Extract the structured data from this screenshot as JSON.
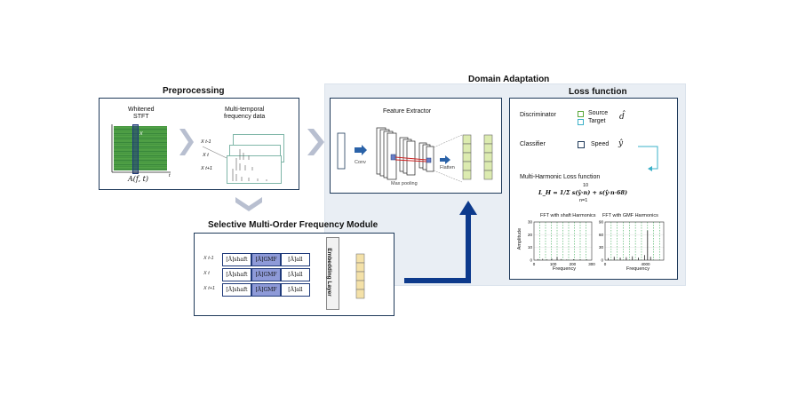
{
  "preprocessing": {
    "title": "Preprocessing",
    "stft_label": "Whitened\nSTFT",
    "stft_axis": "t",
    "stft_marker": "X",
    "formula": "A(f, t)",
    "multi_temporal_label": "Multi-temporal\nfrequency data",
    "frame_labels": [
      "X t-1",
      "X t",
      "X t+1"
    ]
  },
  "domain_adaptation": {
    "title": "Domain Adaptation",
    "feature_extractor": {
      "title": "Feature Extractor",
      "conv_label": "Conv",
      "maxpool_label": "Max pooling",
      "flatten_label": "Flatten"
    },
    "loss_function": {
      "title": "Loss function",
      "discriminator_label": "Discriminator",
      "source_label": "Source",
      "target_label": "Target",
      "d_symbol": "d̂",
      "classifier_label": "Classifier",
      "speed_label": "Speed",
      "y_symbol": "ŷ",
      "mh_title": "Multi-Harmonic Loss function",
      "formula": "L_H = 1/Σ s(ŷ·n) + s(ŷ·n·68)",
      "sum_upper": "10",
      "sum_lower": "n=1"
    }
  },
  "chart_data": [
    {
      "type": "bar",
      "title": "FFT with shaft Harmonics",
      "xlabel": "Frequency",
      "ylabel": "Amplitude",
      "xlim": [
        0,
        300
      ],
      "ylim": [
        0,
        30
      ],
      "xticks": [
        0,
        100,
        200,
        300
      ],
      "yticks": [
        0,
        10,
        20,
        30
      ],
      "grid": true,
      "harmonic_lines": [
        30,
        60,
        90,
        120,
        150,
        180,
        210,
        240,
        270
      ],
      "x": [
        20,
        45,
        68,
        92,
        120,
        140,
        170,
        205,
        240,
        275
      ],
      "values": [
        0.8,
        1.0,
        0.6,
        1.2,
        2.5,
        0.8,
        0.5,
        0.7,
        0.6,
        0.5
      ]
    },
    {
      "type": "bar",
      "title": "FFT with GMF Harmonics",
      "xlabel": "Frequency",
      "ylabel": "",
      "xlim": [
        0,
        5800
      ],
      "ylim": [
        0,
        90
      ],
      "xticks": [
        0,
        4000
      ],
      "yticks": [
        0,
        30,
        60,
        90
      ],
      "grid": true,
      "harmonic_lines": [
        600,
        1200,
        1800,
        2400,
        3000,
        3600,
        4200,
        4800,
        5400
      ],
      "x": [
        300,
        900,
        1500,
        2100,
        2700,
        3300,
        3900,
        4200,
        4500
      ],
      "values": [
        5,
        8,
        6,
        7,
        9,
        6,
        12,
        70,
        8
      ]
    }
  ],
  "selective_module": {
    "title": "Selective Multi-Order Frequency Module",
    "rows": [
      {
        "label": "X t-1",
        "cells": [
          "[Ã]shaft",
          "[Ã]GMF",
          "[Ã]all"
        ]
      },
      {
        "label": "X t",
        "cells": [
          "[Ã]shaft",
          "[Ã]GMF",
          "[Ã]all"
        ]
      },
      {
        "label": "X t+1",
        "cells": [
          "[Ã]shaft",
          "[Ã]GMF",
          "[Ã]all"
        ]
      }
    ],
    "embedding_label": "Embedding Layer"
  },
  "colors": {
    "navy": "#1f3a7a",
    "arrow_blue": "#0d3a8c",
    "light_blue_cell": "#8e9ad8",
    "feature_green": "#dcebb0",
    "embed_yellow": "#f4e1a8",
    "chevron": "#b8bfd0"
  }
}
